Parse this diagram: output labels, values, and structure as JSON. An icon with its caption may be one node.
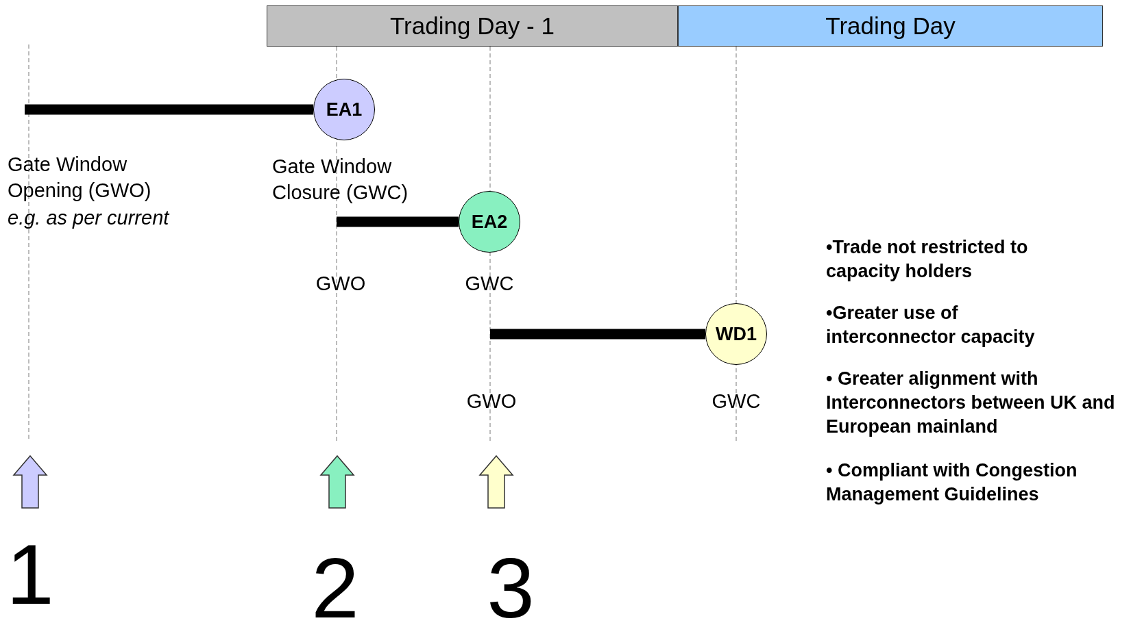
{
  "diagram": {
    "nodes": [
      {
        "text": [
          "Trading Day - 1"
        ]
      },
      {
        "text": [
          "Trading Day"
        ]
      },
      {
        "text": [
          "EA1"
        ]
      },
      {
        "text": [
          "EA2"
        ]
      },
      {
        "text": [
          "WD1"
        ]
      }
    ],
    "edges": [
      {
        "from": null,
        "to": 2,
        "arrow": "none"
      },
      {
        "from": null,
        "to": 3,
        "arrow": "none"
      },
      {
        "from": null,
        "to": 4,
        "arrow": "none"
      }
    ],
    "labels": [
      "Gate Window Opening (GWO)",
      "e.g. as per current",
      "Gate Window Closure (GWC)",
      "GWO",
      "GWC",
      "GWO",
      "GWC",
      "•Trade not restricted to capacity holders",
      "•Greater use of interconnector capacity",
      "• Greater alignment with Interconnectors between UK and European mainland",
      "• Compliant with Congestion Management Guidelines",
      "1",
      "2",
      "3"
    ]
  }
}
